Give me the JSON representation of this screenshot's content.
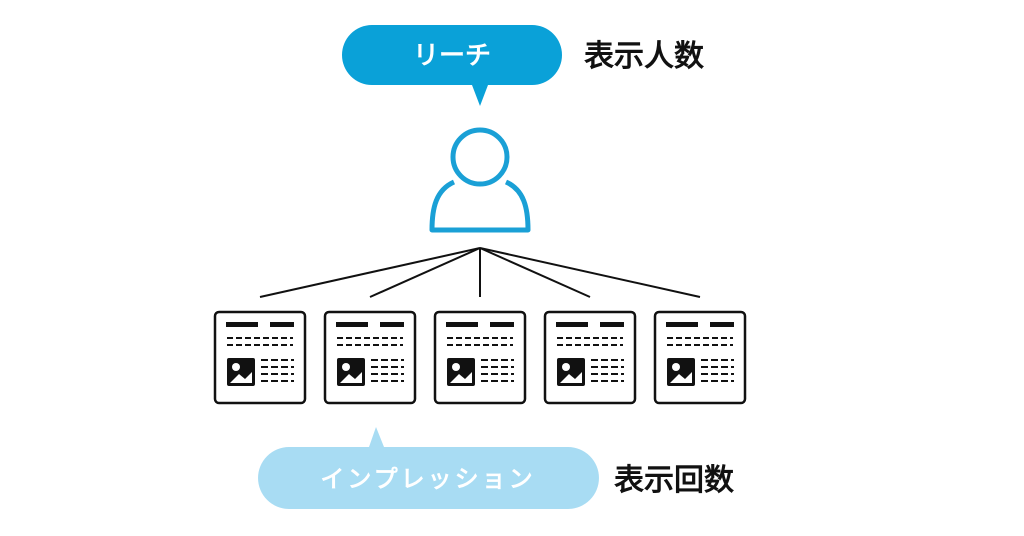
{
  "reach": {
    "bubble_label": "リーチ",
    "description": "表示人数",
    "bubble_color": "#0aa1d8",
    "text_color": "#ffffff"
  },
  "impression": {
    "bubble_label": "インプレッション",
    "description": "表示回数",
    "bubble_color": "#a8dcf3",
    "text_color": "#ffffff"
  },
  "person_icon": {
    "name": "user-icon",
    "color": "#1aa0d6"
  },
  "pages": [
    {
      "name": "article-page-icon-1"
    },
    {
      "name": "article-page-icon-2"
    },
    {
      "name": "article-page-icon-3"
    },
    {
      "name": "article-page-icon-4"
    },
    {
      "name": "article-page-icon-5"
    }
  ]
}
